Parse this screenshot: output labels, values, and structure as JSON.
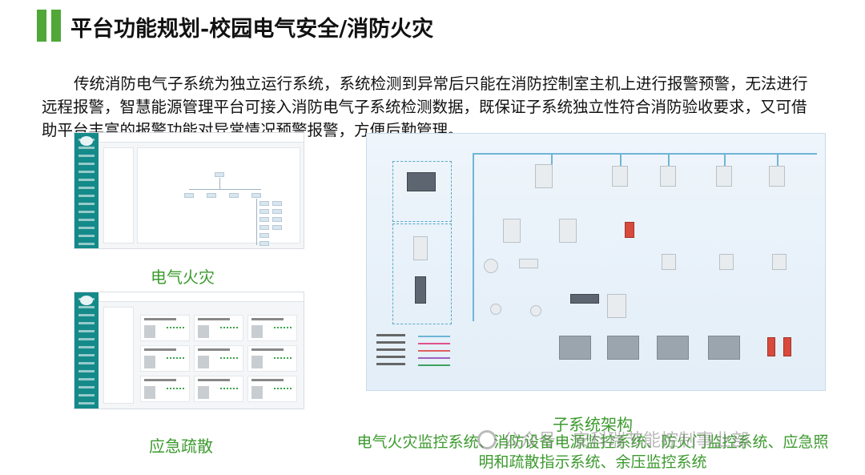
{
  "slide": {
    "title": "平台功能规划-校园电气安全/消防火灾",
    "intro": "传统消防电气子系统为独立运行系统，系统检测到异常后只能在消防控制室主机上进行报警预警，无法进行远程报警，智慧能源管理平台可接入消防电气子系统检测数据，既保证子系统独立性符合消防验收要求，又可借助平台丰富的报警功能对异常情况预警报警，方便后勤管理。",
    "accent_color": "#4fa838",
    "label_color": "#3c9a2e"
  },
  "screenshots": {
    "electrical_fire_label": "电气火灾",
    "evacuation_label": "应急疏散"
  },
  "architecture": {
    "title": "子系统架构",
    "description": "电气火灾监控系统、消防设备电源监控系统、防火门监控系统、应急照明和疏散指示系统、余压监控系统"
  },
  "watermark": {
    "text": "公众号 · 安科瑞节能控制事业部",
    "icon": "wechat-icon"
  }
}
